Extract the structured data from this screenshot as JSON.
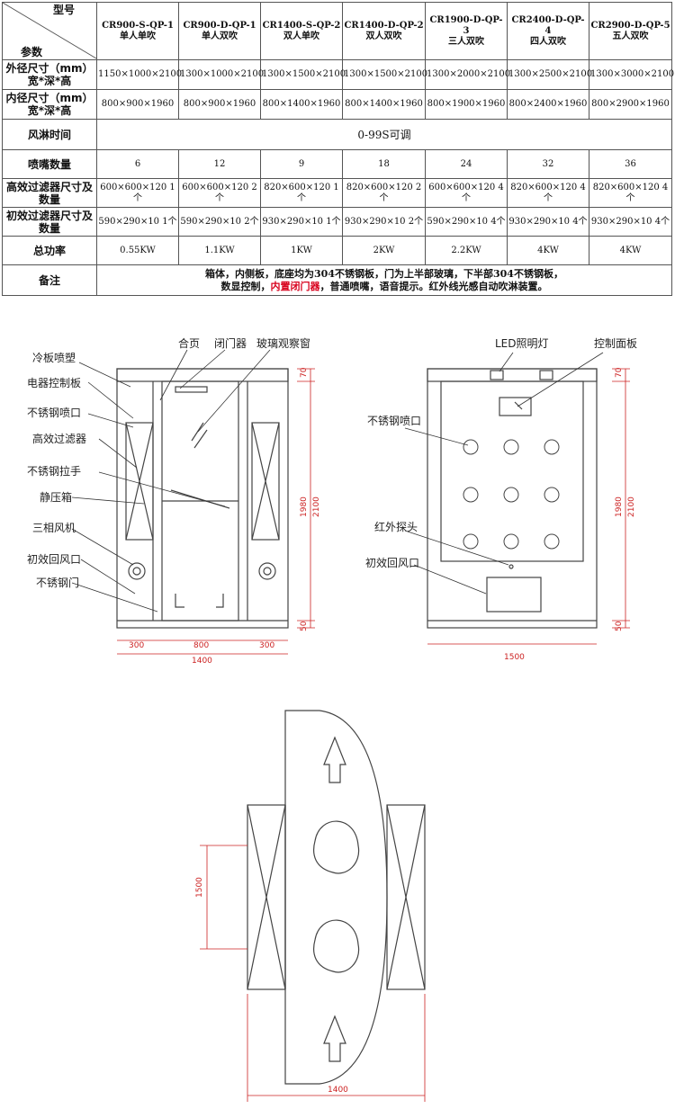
{
  "table": {
    "header_model": "型号",
    "header_param": "参数",
    "models": [
      {
        "code": "CR900-S-QP-1",
        "desc": "单人单吹"
      },
      {
        "code": "CR900-D-QP-1",
        "desc": "单人双吹"
      },
      {
        "code": "CR1400-S-QP-2",
        "desc": "双人单吹"
      },
      {
        "code": "CR1400-D-QP-2",
        "desc": "双人双吹"
      },
      {
        "code": "CR1900-D-QP-3",
        "desc": "三人双吹"
      },
      {
        "code": "CR2400-D-QP-4",
        "desc": "四人双吹"
      },
      {
        "code": "CR2900-D-QP-5",
        "desc": "五人双吹"
      }
    ],
    "rows": [
      {
        "label": "外径尺寸（mm）宽*深*高",
        "values": [
          "1150×1000×2100",
          "1300×1000×2100",
          "1300×1500×2100",
          "1300×1500×2100",
          "1300×2000×2100",
          "1300×2500×2100",
          "1300×3000×2100"
        ]
      },
      {
        "label": "内径尺寸（mm）宽*深*高",
        "values": [
          "800×900×1960",
          "800×900×1960",
          "800×1400×1960",
          "800×1400×1960",
          "800×1900×1960",
          "800×2400×1960",
          "800×2900×1960"
        ]
      },
      {
        "label": "风淋时间",
        "merged": "0-99S可调"
      },
      {
        "label": "喷嘴数量",
        "values": [
          "6",
          "12",
          "9",
          "18",
          "24",
          "32",
          "36"
        ]
      },
      {
        "label": "高效过滤器尺寸及数量",
        "values": [
          "600×600×120 1个",
          "600×600×120 2个",
          "820×600×120 1个",
          "820×600×120 2个",
          "600×600×120 4个",
          "820×600×120 4个",
          "820×600×120 4个"
        ]
      },
      {
        "label": "初效过滤器尺寸及数量",
        "values": [
          "590×290×10 1个",
          "590×290×10 2个",
          "930×290×10 1个",
          "930×290×10 2个",
          "590×290×10 4个",
          "930×290×10 4个",
          "930×290×10 4个"
        ]
      },
      {
        "label": "总功率",
        "values": [
          "0.55KW",
          "1.1KW",
          "1KW",
          "2KW",
          "2.2KW",
          "4KW",
          "4KW"
        ]
      }
    ],
    "remark_label": "备注",
    "remark_line1": "箱体，内侧板，底座均为304不锈钢板，门为上半部玻璃，下半部304不锈钢板，",
    "remark_line2a": "数显控制，",
    "remark_line2_red": "内置闭门器",
    "remark_line2b": "，普通喷嘴，语音提示。红外线光感自动吹淋装置。"
  },
  "front_view": {
    "labels": [
      "冷板喷塑",
      "电器控制板",
      "不锈钢喷口",
      "高效过滤器",
      "不锈钢拉手",
      "静压箱",
      "三相风机",
      "初效回风口",
      "不锈钢门"
    ],
    "top_labels": [
      "合页",
      "闭门器",
      "玻璃观察窗"
    ],
    "dims_bottom": [
      "300",
      "800",
      "300"
    ],
    "dim_total": "1400",
    "dims_right": [
      "70",
      "1980",
      "2100",
      "50"
    ]
  },
  "side_view": {
    "labels": [
      "LED照明灯",
      "控制面板",
      "不锈钢喷口",
      "红外探头",
      "初效回风口"
    ],
    "dims_right": [
      "70",
      "1980",
      "2100",
      "50"
    ],
    "dim_bottom": "1500"
  },
  "plan_view": {
    "dim_left": "1500",
    "dim_bottom": "1400"
  },
  "colors": {
    "accent_red": "#d8001c",
    "dim_red": "#cc2222"
  }
}
